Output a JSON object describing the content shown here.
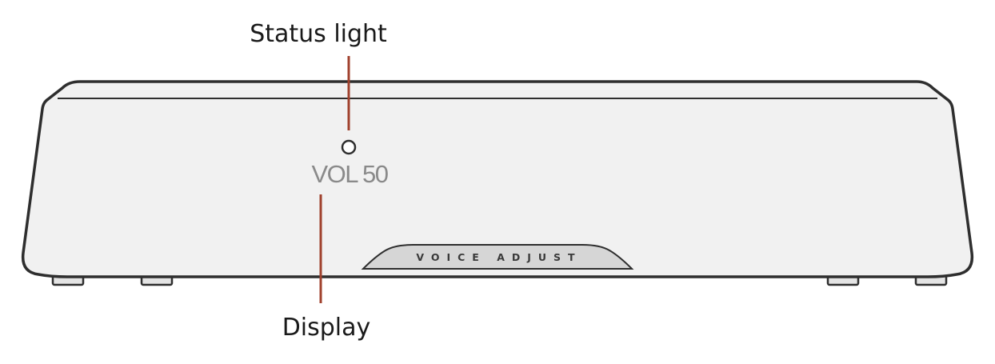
{
  "labels": {
    "status_light": "Status light",
    "display": "Display"
  },
  "device": {
    "display_text": "VOL 50",
    "button_label": "VOICE ADJUST"
  },
  "colors": {
    "leader_line": "#a0412d",
    "body_fill": "#f1f1f1",
    "outline": "#2e2e2e",
    "button_fill": "#d6d6d6",
    "display_text": "#8a8a8a"
  }
}
